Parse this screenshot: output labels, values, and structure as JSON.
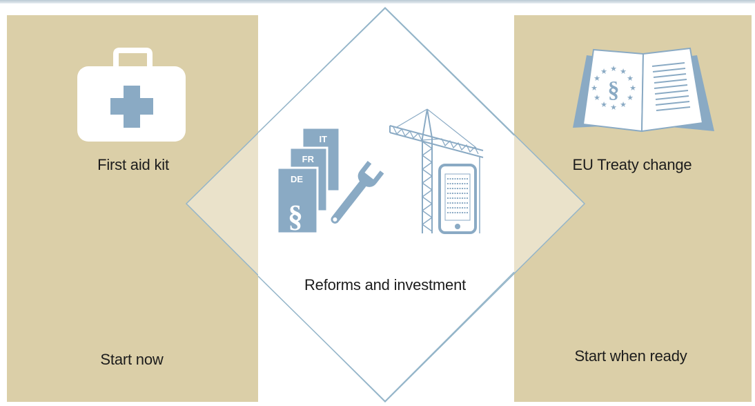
{
  "colors": {
    "panel_fill": "#dbcfa8",
    "diamond_fill": "#f3efe1",
    "diamond_stroke": "#94b5c9",
    "icon_blue": "#8aaac4",
    "icon_white": "#ffffff"
  },
  "left_panel": {
    "icon": "first-aid-kit-icon",
    "title": "First aid kit",
    "timing": "Start now"
  },
  "center": {
    "icons": [
      "legal-documents-icon",
      "wrench-icon",
      "construction-crane-icon",
      "smartphone-icon"
    ],
    "doc_labels": [
      "IT",
      "FR",
      "DE"
    ],
    "section_sign": "§",
    "title": "Reforms and investment"
  },
  "right_panel": {
    "icon": "eu-treaty-book-icon",
    "section_sign": "§",
    "title": "EU Treaty change",
    "timing": "Start when ready"
  }
}
